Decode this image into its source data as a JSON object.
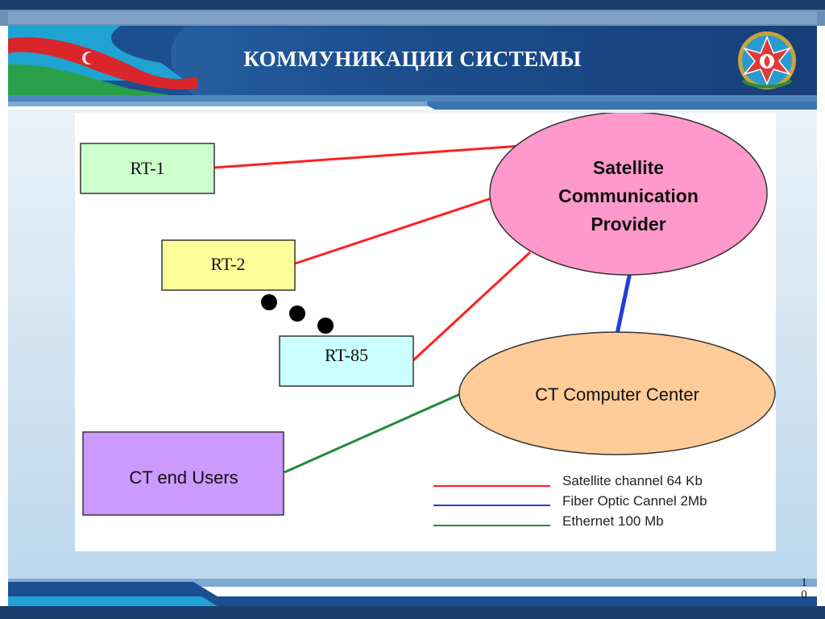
{
  "slide": {
    "title": "КОММУНИКАЦИИ СИСТЕМЫ",
    "page_number": "1\n0",
    "colors": {
      "header_blue": "#1c4f8f",
      "header_gradient_light": "#3a7cc0",
      "accent_teal": "#4aa0c8",
      "background_light_blue": "#cfe3f1"
    },
    "logos": [
      "flag-emblem",
      "coat-of-arms-emblem"
    ]
  },
  "diagram": {
    "nodes": {
      "rt1": {
        "label": "RT-1",
        "color": "#ccffcc"
      },
      "rt2": {
        "label": "RT-2",
        "color": "#ffff99"
      },
      "rt85": {
        "label": "RT-85",
        "color": "#ccffff"
      },
      "end_users": {
        "label": "CT end Users",
        "color": "#cc99ff"
      },
      "satellite": {
        "label_lines": [
          "Satellite",
          "Communication",
          "Provider"
        ],
        "color": "#ff99cc"
      },
      "computer_center": {
        "label": "CT Computer Center",
        "color": "#ffcc99"
      }
    },
    "legend": [
      {
        "label": "Satellite channel 64 Kb",
        "color": "#ff2020"
      },
      {
        "label": "Fiber Optic Cannel 2Mb",
        "color": "#1f3fd9"
      },
      {
        "label": "Ethernet 100 Mb",
        "color": "#1e8a3a"
      }
    ]
  }
}
